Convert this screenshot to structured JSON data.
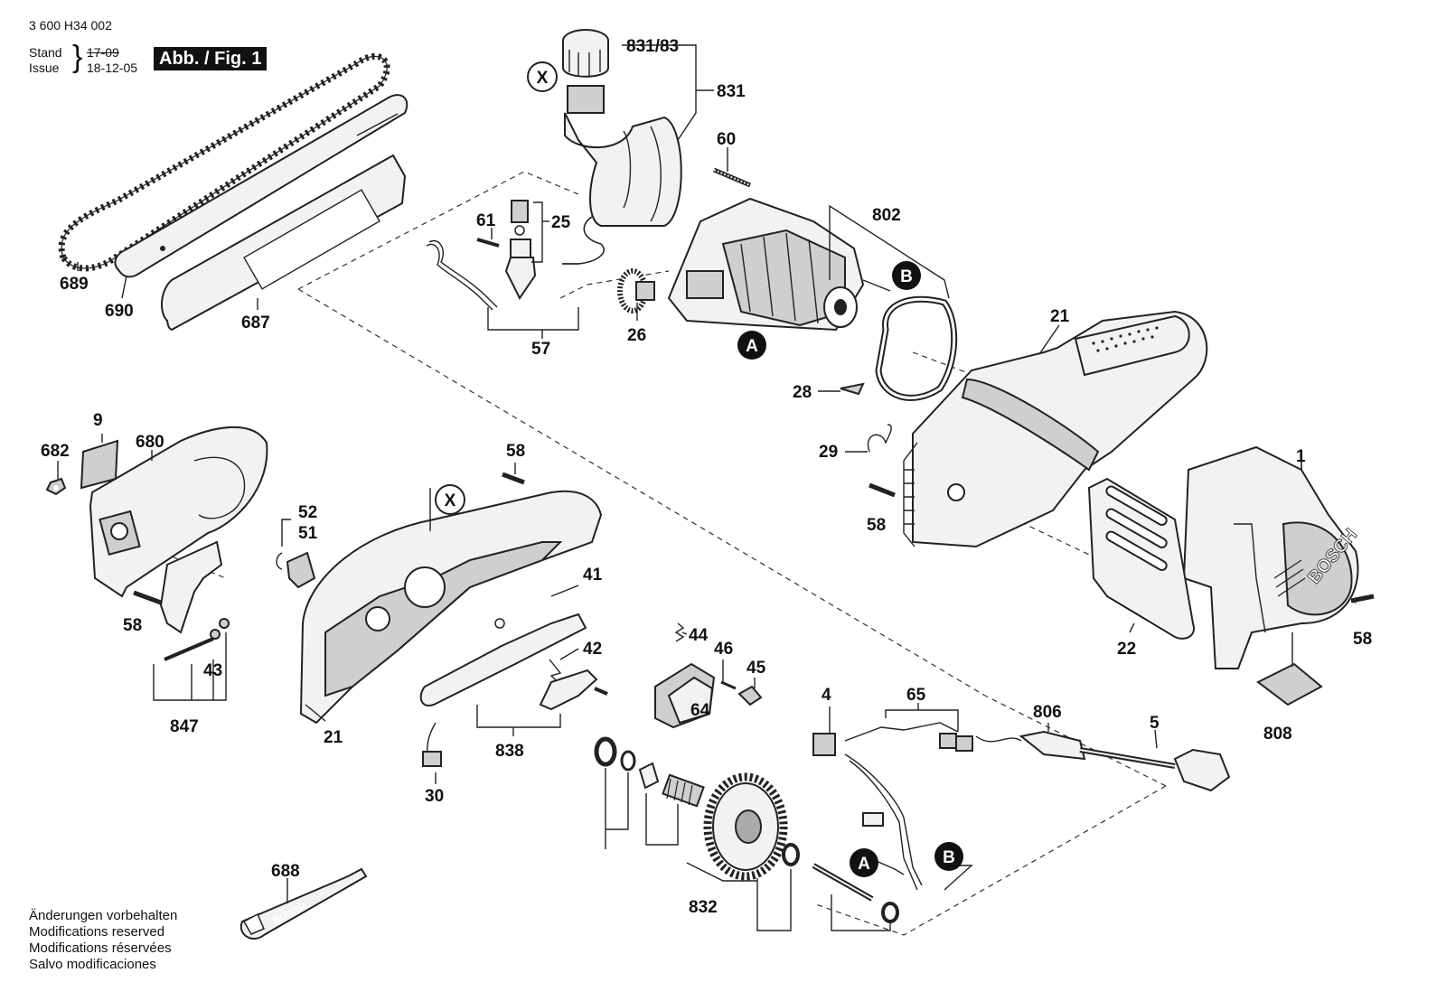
{
  "header": {
    "doc_number": "3 600 H34 002",
    "stand_label": "Stand",
    "issue_label": "Issue",
    "date_old": "17-09",
    "date_new": "18-12-05",
    "figure_tag": "Abb. / Fig. 1"
  },
  "notes": [
    "Änderungen vorbehalten",
    "Modifications reserved",
    "Modifications réservées",
    "Salvo modificaciones"
  ],
  "callouts": {
    "x_marker": "X",
    "a_marker": "A",
    "b_marker": "B"
  },
  "tool_brand": "BOSCH",
  "labels": {
    "p831_83": "831/83",
    "p831": "831",
    "p60": "60",
    "p802": "802",
    "p61": "61",
    "p25": "25",
    "p57": "57",
    "p26": "26",
    "p689": "689",
    "p690": "690",
    "p687": "687",
    "p21_top": "21",
    "p28": "28",
    "p29": "29",
    "p58_mid": "58",
    "p1": "1",
    "p22": "22",
    "p58_right": "58",
    "p808": "808",
    "p9": "9",
    "p682": "682",
    "p680": "680",
    "p58_left": "58",
    "p43": "43",
    "p847": "847",
    "p52": "52",
    "p51": "51",
    "p58_cover": "58",
    "p21_low": "21",
    "p41": "41",
    "p42": "42",
    "p838": "838",
    "p30": "30",
    "p44": "44",
    "p46": "46",
    "p45": "45",
    "p64": "64",
    "p4": "4",
    "p65": "65",
    "p806": "806",
    "p5": "5",
    "p832": "832",
    "p688": "688"
  }
}
